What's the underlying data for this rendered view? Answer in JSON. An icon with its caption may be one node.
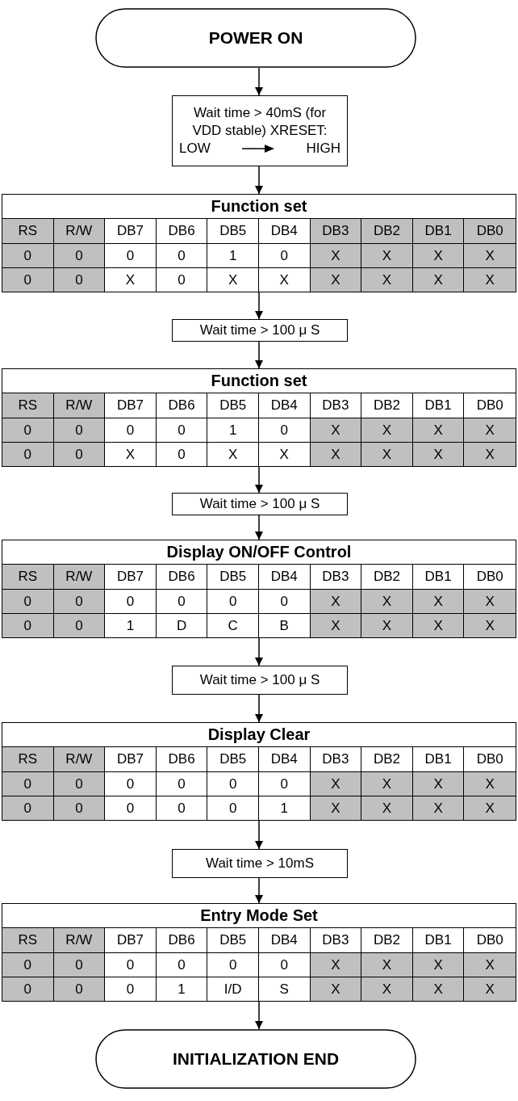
{
  "diagram": {
    "nodes": [
      {
        "text": [
          "POWER ON"
        ]
      },
      {
        "text": [
          "Wait time > 40mS (for VDD stable) XRESET:",
          "LOW",
          "HIGH"
        ]
      },
      {
        "text": [
          "Function set",
          "RS",
          "R/W",
          "DB7",
          "DB6",
          "DB5",
          "DB4",
          "DB3",
          "DB2",
          "DB1",
          "DB0",
          "0",
          "0",
          "0",
          "0",
          "1",
          "0",
          "X",
          "X",
          "X",
          "X",
          "0",
          "0",
          "X",
          "0",
          "X",
          "X",
          "X",
          "X",
          "X",
          "X"
        ]
      },
      {
        "text": [
          "Wait time > 100 μ S"
        ]
      },
      {
        "text": [
          "Function set",
          "RS",
          "R/W",
          "DB7",
          "DB6",
          "DB5",
          "DB4",
          "DB3",
          "DB2",
          "DB1",
          "DB0",
          "0",
          "0",
          "0",
          "0",
          "1",
          "0",
          "X",
          "X",
          "X",
          "X",
          "0",
          "0",
          "X",
          "0",
          "X",
          "X",
          "X",
          "X",
          "X",
          "X"
        ]
      },
      {
        "text": [
          "Wait time > 100 μ S"
        ]
      },
      {
        "text": [
          "Display ON/OFF Control",
          "RS",
          "R/W",
          "DB7",
          "DB6",
          "DB5",
          "DB4",
          "DB3",
          "DB2",
          "DB1",
          "DB0",
          "0",
          "0",
          "0",
          "0",
          "0",
          "0",
          "X",
          "X",
          "X",
          "X",
          "0",
          "0",
          "1",
          "D",
          "C",
          "B",
          "X",
          "X",
          "X",
          "X"
        ]
      },
      {
        "text": [
          "Wait time > 100 μ S"
        ]
      },
      {
        "text": [
          "Display Clear",
          "RS",
          "R/W",
          "DB7",
          "DB6",
          "DB5",
          "DB4",
          "DB3",
          "DB2",
          "DB1",
          "DB0",
          "0",
          "0",
          "0",
          "0",
          "0",
          "0",
          "X",
          "X",
          "X",
          "X",
          "0",
          "0",
          "0",
          "0",
          "0",
          "1",
          "X",
          "X",
          "X",
          "X"
        ]
      },
      {
        "text": [
          "Wait time > 10mS"
        ]
      },
      {
        "text": [
          "Entry Mode Set",
          "RS",
          "R/W",
          "DB7",
          "DB6",
          "DB5",
          "DB4",
          "DB3",
          "DB2",
          "DB1",
          "DB0",
          "0",
          "0",
          "0",
          "0",
          "0",
          "0",
          "X",
          "X",
          "X",
          "X",
          "0",
          "0",
          "0",
          "1",
          "I/D",
          "S",
          "X",
          "X",
          "X",
          "X"
        ]
      },
      {
        "text": [
          "INITIALIZATION END"
        ]
      }
    ],
    "edges": [
      {
        "from": 0,
        "to": 1,
        "arrow": "to"
      },
      {
        "from": 1,
        "to": 2,
        "arrow": "to"
      },
      {
        "from": 2,
        "to": 3,
        "arrow": "to"
      },
      {
        "from": 3,
        "to": 4,
        "arrow": "to"
      },
      {
        "from": 4,
        "to": 5,
        "arrow": "to"
      },
      {
        "from": 5,
        "to": 6,
        "arrow": "to"
      },
      {
        "from": 6,
        "to": 7,
        "arrow": "to"
      },
      {
        "from": 7,
        "to": 8,
        "arrow": "to"
      },
      {
        "from": 8,
        "to": 9,
        "arrow": "to"
      },
      {
        "from": 9,
        "to": 10,
        "arrow": "to"
      },
      {
        "from": 10,
        "to": 11,
        "arrow": "to"
      }
    ]
  }
}
